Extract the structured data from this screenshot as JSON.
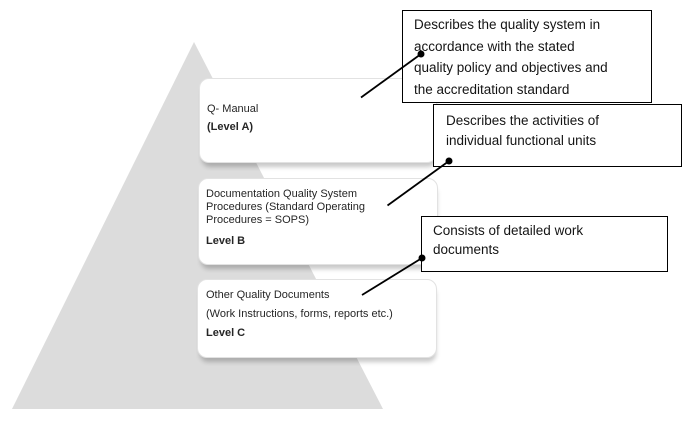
{
  "diagram": {
    "description": "Quality documentation pyramid"
  },
  "colors": {
    "background": "#ffffff",
    "pyramid_fill": "#dcdcdc",
    "level_box_fill": "#ffffff",
    "level_box_border": "#e2e2e2",
    "callout_border": "#000000",
    "callout_fill": "#ffffff",
    "connector": "#000000",
    "level_text": "#262626",
    "callout_text": "#141414"
  },
  "levels": [
    {
      "paragraphs": [
        "Q- Manual"
      ],
      "label": "(Level A)"
    },
    {
      "paragraphs": [
        "Documentation Quality System",
        "Procedures (Standard Operating",
        "Procedures = SOPS)"
      ],
      "label": "Level B"
    },
    {
      "paragraphs": [
        "Other Quality Documents",
        "(Work Instructions, forms, reports etc.)"
      ],
      "label": "Level C"
    }
  ],
  "callouts": [
    {
      "lines": [
        "Describes the quality system in",
        "accordance with the stated",
        "quality policy and objectives and",
        "the accreditation standard"
      ]
    },
    {
      "lines": [
        "Describes the activities of",
        "individual functional units"
      ]
    },
    {
      "lines": [
        "Consists of detailed work",
        "documents"
      ]
    }
  ]
}
